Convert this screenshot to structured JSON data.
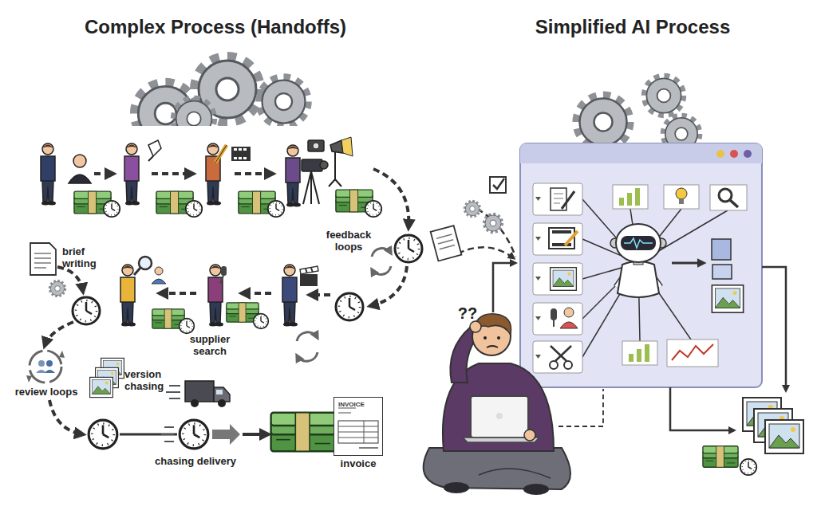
{
  "diagram": {
    "nodes": [
      {
        "text": [
          "INVOICE",
          "invoice"
        ]
      }
    ],
    "labels": [
      "Complex Process (Handoffs)",
      "Simplified AI Process",
      "feedback loops",
      "brief writing",
      "supplier search",
      "??",
      "review loops",
      "version chasing",
      "chasing delivery"
    ]
  }
}
